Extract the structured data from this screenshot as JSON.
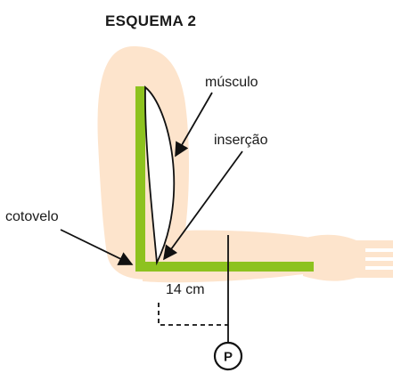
{
  "figure": {
    "title": "ESQUEMA 2",
    "labels": {
      "muscle": "músculo",
      "insertion": "inserção",
      "elbow": "cotovelo",
      "distance": "14 cm",
      "weight": "P"
    }
  },
  "colors": {
    "skin": "#fde4cc",
    "bone": "#8dc21f",
    "line": "#111111"
  }
}
